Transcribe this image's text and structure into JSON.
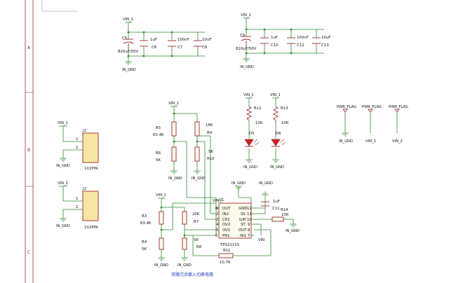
{
  "sheet": {
    "row_labels": [
      "A",
      "B",
      "C"
    ],
    "caption": "双路冗余输入切换电路"
  },
  "colors": {
    "wire": "#2f8a2f",
    "outline": "#9b2b2b",
    "text": "#111111",
    "connector_fill": "#f7e6a3",
    "ic_fill": "#fbfbec",
    "caption": "#2040c0"
  },
  "cap_group_1": {
    "net_top": "VIN_1",
    "net_bottom": "IN_GND",
    "polar_ref": "C5",
    "polar_val": "820uF/50V",
    "caps": [
      {
        "ref": "C6",
        "val": "1uF"
      },
      {
        "ref": "C7",
        "val": "100nF"
      },
      {
        "ref": "C8",
        "val": "10uF"
      }
    ]
  },
  "cap_group_2": {
    "net_top": "VIN_2",
    "net_bottom": "IN_GND",
    "polar_ref": "C9",
    "polar_val": "820uF/50V",
    "caps": [
      {
        "ref": "C10",
        "val": "1uF"
      },
      {
        "ref": "C12",
        "val": "100nF"
      },
      {
        "ref": "C13",
        "val": "10uF"
      }
    ]
  },
  "leds": [
    {
      "net": "VIN_2",
      "res_ref": "R12",
      "res_val": "10K",
      "led_ref": "D5",
      "gnd": "IN_GND"
    },
    {
      "net": "VIN_1",
      "res_ref": "R13",
      "res_val": "10K",
      "led_ref": "D6",
      "gnd": "IN_GND"
    }
  ],
  "power_flags": [
    {
      "label": "PWR_FLAG",
      "net": "IN_GND"
    },
    {
      "label": "PWR_FLAG",
      "net": "VIN_1"
    },
    {
      "label": "PWR_FLAG",
      "net": "VIN_2"
    }
  ],
  "connectors": [
    {
      "ref": "J1",
      "type": "1X2PIN",
      "net_top": "VIN_1",
      "net_bottom": "IN_GND",
      "pins": [
        "1",
        "2"
      ]
    },
    {
      "ref": "J2",
      "type": "1X2PIN",
      "net_top": "VIN_2",
      "net_bottom": "IN_GND",
      "pins": [
        "1",
        "2"
      ]
    }
  ],
  "divider_top": {
    "net": "VIN_2",
    "gnd": "IN_GND",
    "r5_ref": "R5",
    "r5_val": "63.4K",
    "r6_ref": "R6",
    "r6_val": "5K",
    "r9_ref": "R9",
    "r9_val": "18K",
    "r10_ref": "R10",
    "r10_val": "5K"
  },
  "divider_bottom": {
    "net": "VIN_1",
    "gnd": "IN_GND",
    "r3_ref": "R3",
    "r3_val": "63.4K",
    "r4_ref": "R4",
    "r4_val": "5K",
    "r7_ref": "R7",
    "r7_val": "20K",
    "r8_ref": "R8",
    "r8_val": "5K"
  },
  "ic": {
    "ref": "U1",
    "part": "TPS2121S",
    "vin_label": "VIN",
    "left_pins": [
      {
        "name": "OUT",
        "num": "1"
      },
      {
        "name": "IN2",
        "num": "2"
      },
      {
        "name": "CP2",
        "num": "3"
      },
      {
        "name": "OV2",
        "num": "4"
      },
      {
        "name": "OV1",
        "num": "5"
      },
      {
        "name": "PR1",
        "num": "6"
      }
    ],
    "right_pins": [
      {
        "name": "GND",
        "num": "12"
      },
      {
        "name": "SS",
        "num": "11"
      },
      {
        "name": "ILM",
        "num": "10"
      },
      {
        "name": "ST",
        "num": "9"
      },
      {
        "name": "OUT",
        "num": "8"
      },
      {
        "name": "IN1",
        "num": "7"
      }
    ],
    "gnd_net": "IN_GND",
    "right_net": "VIN"
  },
  "c11": {
    "ref": "C11",
    "val": "1uF",
    "gnd": "IN_GND"
  },
  "r14": {
    "ref": "R14",
    "val": "10K",
    "gnd": "IN_GND"
  },
  "r11": {
    "ref": "R11",
    "val": "10.7K"
  }
}
